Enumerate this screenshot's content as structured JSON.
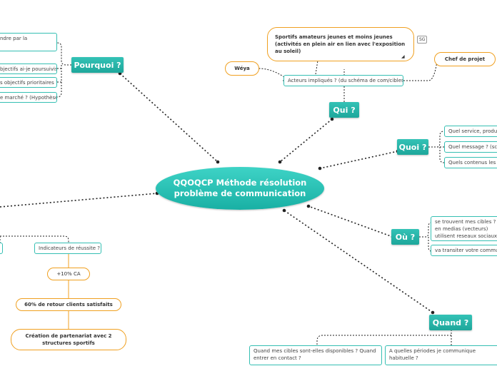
{
  "center": "QQOQCP Méthode résolution problème de communication",
  "branches": {
    "pourquoi": {
      "label": "Pourquoi ?",
      "items": [
        "ndre par la",
        "bjectifs ai-je poursuivis ?",
        "s objectifs prioritaires ?",
        "e marché ? (Hypothèses)"
      ]
    },
    "qui": {
      "label": "Qui ?",
      "actors": "Acteurs impliqués ? (du schéma de com/cibles)",
      "weya": "Wéya",
      "sportifs": "Sportifs amateurs jeunes et moins jeunes (activités en plein air en lien avec l'exposition au soleil)",
      "sg": "SG",
      "chef": "Chef de projet"
    },
    "quoi": {
      "label": "Quoi ?",
      "items": [
        "Quel service, produ",
        "Quel message ? (scho",
        "Quels contenus les in"
      ]
    },
    "ou": {
      "label": "Où ?",
      "item1": "se trouvent mes cibles ? en medias (vecteurs) utilisent reseaux sociaux ont leur p",
      "item2": "va transiter votre commun"
    },
    "quand": {
      "label": "Quand ?",
      "item1": "Quand mes cibles sont-elles disponibles ? Quand entrer en contact ?",
      "item2": "A quelles périodes je communique habituelle ?"
    },
    "comment": {
      "indicators": "Indicateurs de réussite ?",
      "ca": "+10% CA",
      "retour": "60% de retour clients satisfaits",
      "partenariat": "Création de partenariat avec 2 structures sportifs"
    }
  },
  "colors": {
    "teal": "#1ea79b",
    "orange": "#f0a020",
    "line": "#222222"
  }
}
